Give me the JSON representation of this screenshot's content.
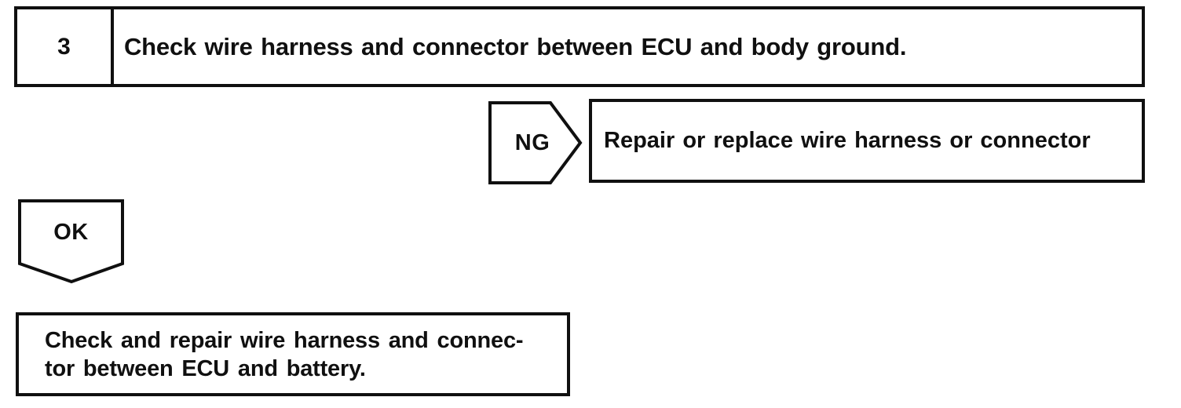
{
  "flowchart": {
    "step": {
      "number": "3",
      "instruction": "Check wire harness and connector between ECU and body ground."
    },
    "ng_branch": {
      "label": "NG",
      "action": "Repair or replace wire harness or connector"
    },
    "ok_branch": {
      "label": "OK",
      "action_lines": [
        "Check and repair wire harness and connec-",
        "tor between ECU and battery."
      ]
    },
    "colors": {
      "ink": "#101010",
      "background": "#ffffff"
    }
  }
}
